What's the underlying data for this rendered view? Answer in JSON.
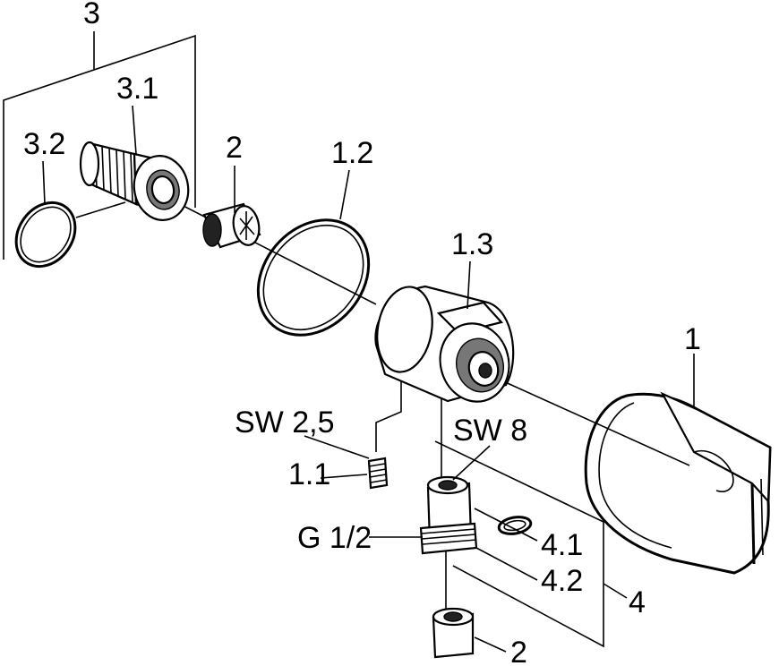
{
  "diagram": {
    "labels": {
      "l3": "3",
      "l31": "3.1",
      "l32": "3.2",
      "l2a": "2",
      "l12": "1.2",
      "l13": "1.3",
      "l1": "1",
      "lsw25": "SW 2,5",
      "l11": "1.1",
      "lsw8": "SW 8",
      "lg12": "G 1/2",
      "l41": "4.1",
      "l42": "4.2",
      "l4": "4",
      "l2b": "2"
    }
  }
}
